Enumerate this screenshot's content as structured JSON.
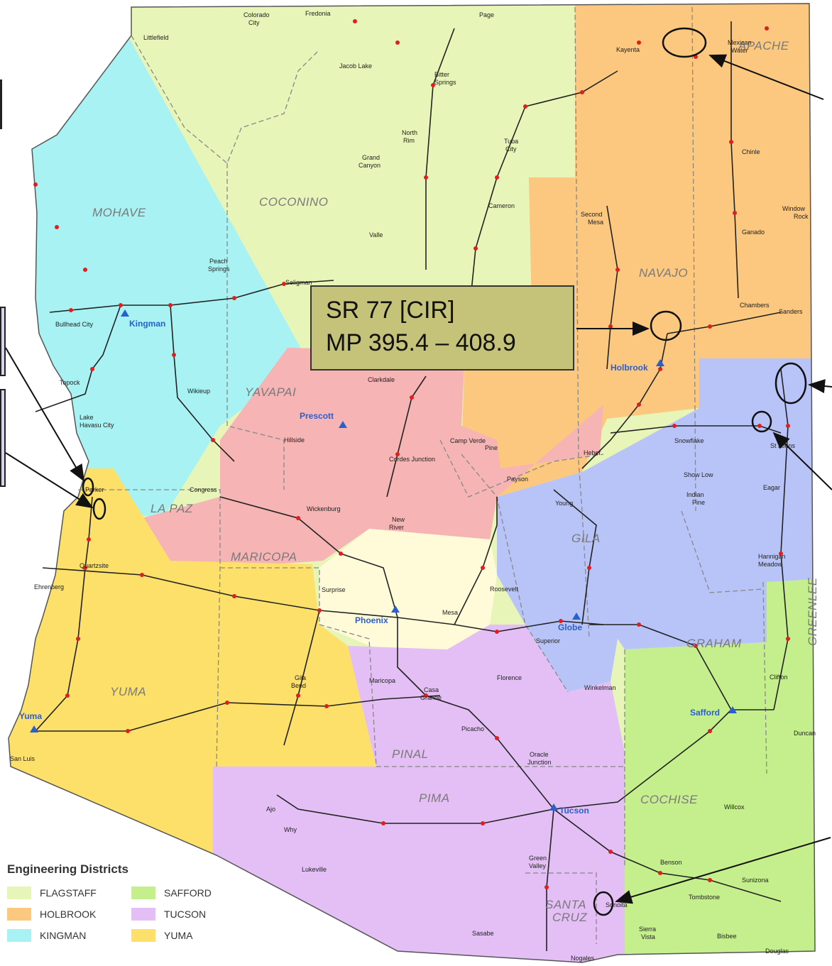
{
  "callout": {
    "line1": "SR 77 [CIR]",
    "line2": "MP 395.4 – 408.9"
  },
  "legend": {
    "title": "Engineering Districts",
    "items": [
      {
        "label": "FLAGSTAFF",
        "color": "#e8f5b8"
      },
      {
        "label": "SAFFORD",
        "color": "#c5ee8c"
      },
      {
        "label": "HOLBROOK",
        "color": "#fcc77e"
      },
      {
        "label": "TUCSON",
        "color": "#e3bff5"
      },
      {
        "label": "KINGMAN",
        "color": "#a8f2f4"
      },
      {
        "label": "YUMA",
        "color": "#fde06a"
      }
    ]
  },
  "counties": {
    "mohave": "MOHAVE",
    "coconino": "COCONINO",
    "navajo": "NAVAJO",
    "apache": "APACHE",
    "yavapai": "YAVAPAI",
    "lapaz": "LA PAZ",
    "maricopa": "MARICOPA",
    "gila": "GILA",
    "greenlee": "GREENLEE",
    "graham": "GRAHAM",
    "yuma": "YUMA",
    "pinal": "PINAL",
    "pima": "PIMA",
    "cochise": "COCHISE",
    "santacruz1": "SANTA",
    "santacruz2": "CRUZ"
  },
  "cities": {
    "kingman": "Kingman",
    "prescott": "Prescott",
    "holbrook": "Holbrook",
    "phoenix": "Phoenix",
    "globe": "Globe",
    "safford": "Safford",
    "tucson": "Tucson",
    "yuma": "Yuma"
  },
  "towns": {
    "littlefield": "Littlefield",
    "colorado": "Colorado",
    "city": "City",
    "fredonia": "Fredonia",
    "page": "Page",
    "kayenta": "Kayenta",
    "mexican": "Mexican",
    "water": "Water",
    "jacoblake": "Jacob Lake",
    "bitter": "Bitter",
    "springs": "Springs",
    "north": "North",
    "rim": "Rim",
    "grand": "Grand",
    "canyon": "Canyon",
    "tuba": "Tuba",
    "tubacity": "City",
    "chinle": "Chinle",
    "cameron": "Cameron",
    "second": "Second",
    "mesa2": "Mesa",
    "ganado": "Ganado",
    "window": "Window",
    "rock": "Rock",
    "peach": "Peach",
    "peachsprings": "Springs",
    "seligman": "Seligman",
    "valle": "Valle",
    "bullhead": "Bullhead City",
    "chambers": "Chambers",
    "sanders": "Sanders",
    "topock": "Topock",
    "lake": "Lake",
    "havasu": "Havasu City",
    "wikieup": "Wikieup",
    "clarkdale": "Clarkdale",
    "campverde": "Camp Verde",
    "hillside": "Hillside",
    "snowflake": "Snowflake",
    "stjohns": "St Johns",
    "heber": "Heber",
    "showlow": "Show Low",
    "pine": "Pine",
    "cordes": "Cordes Junction",
    "parker": "Parker",
    "congress": "Congress",
    "payson": "Payson",
    "indian": "Indian",
    "indianpine": "Pine",
    "eagar": "Eagar",
    "young": "Young",
    "wickenburg": "Wickenburg",
    "newriver1": "New",
    "newriver2": "River",
    "quartzsite": "Quartzsite",
    "ehrenberg": "Ehrenberg",
    "surprise": "Surprise",
    "roosevelt": "Roosevelt",
    "hannigan": "Hannigan",
    "meadow": "Meadow",
    "mesa": "Mesa",
    "superior": "Superior",
    "clifton": "Clifton",
    "maricopa": "Maricopa",
    "florence": "Florence",
    "gila": "Gila",
    "bend": "Bend",
    "casa": "Casa",
    "grande": "Grande",
    "winkelman": "Winkelman",
    "duncan": "Duncan",
    "picacho": "Picacho",
    "oracle": "Oracle",
    "junction": "Junction",
    "sanluis": "San Luis",
    "ajo": "Ajo",
    "why": "Why",
    "willcox": "Willcox",
    "benson": "Benson",
    "green": "Green",
    "valley": "Valley",
    "sunizona": "Sunizona",
    "lukeville": "Lukeville",
    "sonoita": "Sonoita",
    "tombstone": "Tombstone",
    "sierra": "Sierra",
    "vista": "Vista",
    "bisbee": "Bisbee",
    "sasabe": "Sasabe",
    "nogales": "Nogales",
    "douglas": "Douglas"
  }
}
